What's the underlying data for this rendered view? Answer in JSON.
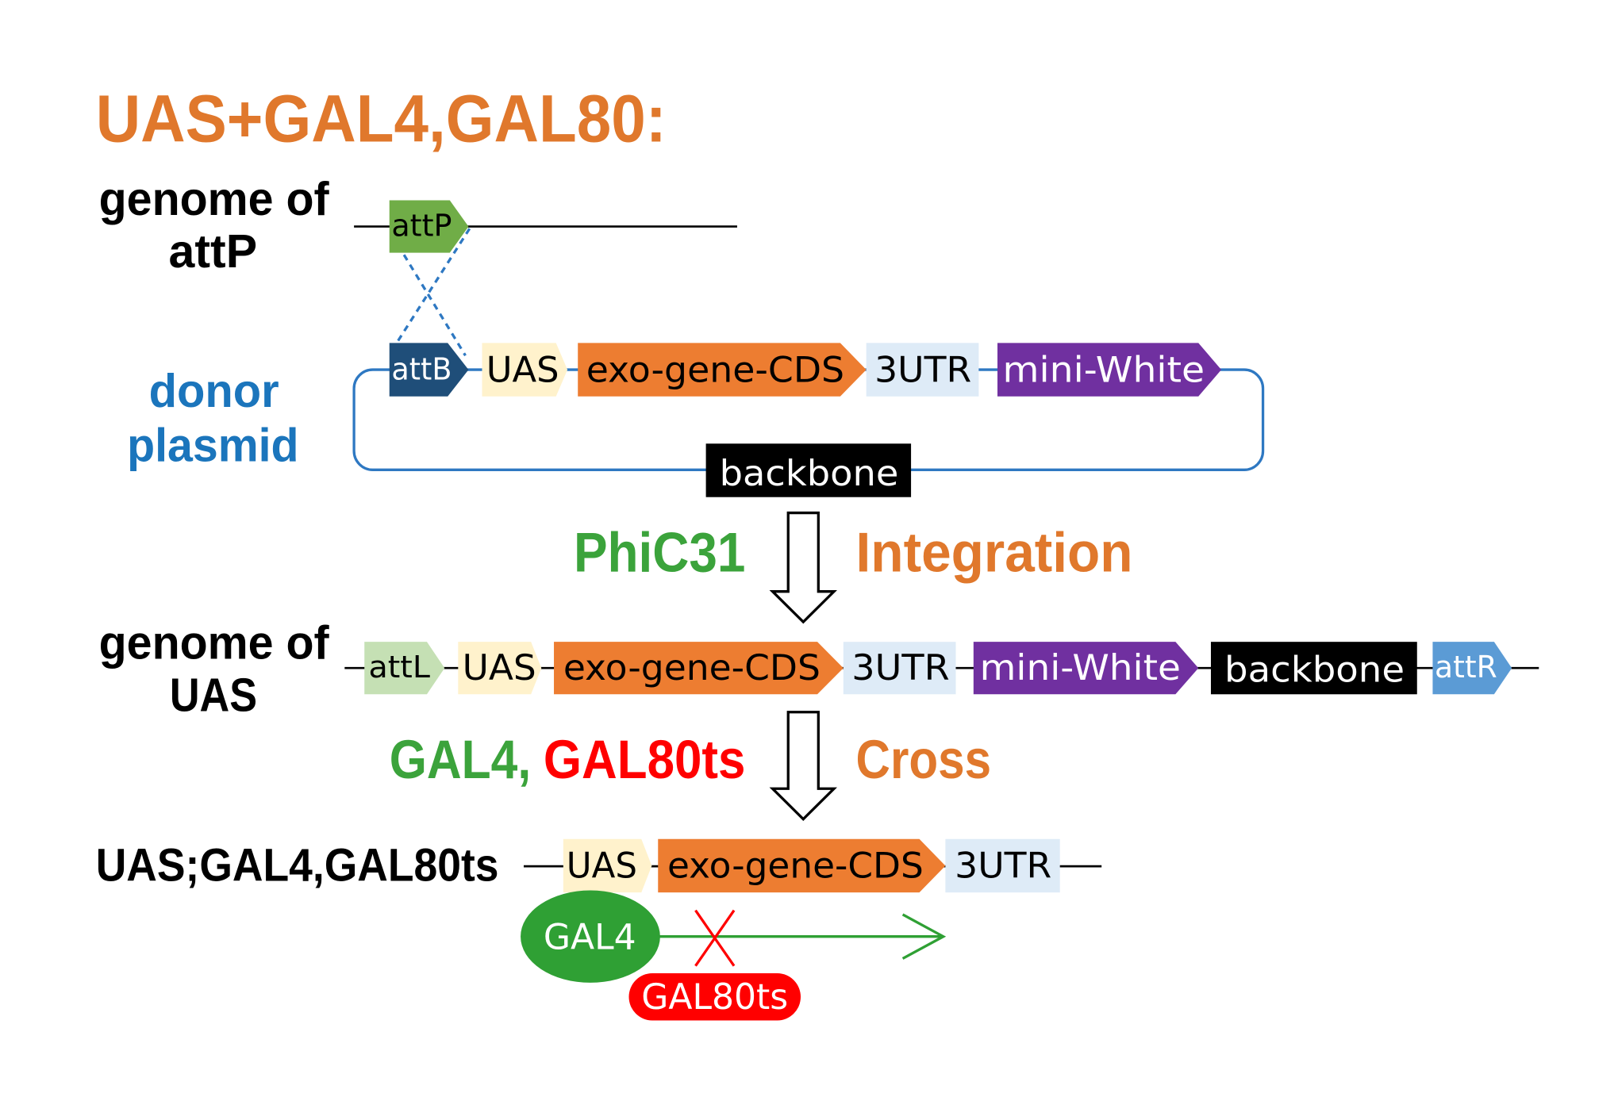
{
  "title": "UAS+GAL4,GAL80:",
  "attp_genome": {
    "label": [
      "genome of",
      "attP"
    ],
    "attP": "attP"
  },
  "donor_plasmid": {
    "label": [
      "donor",
      "plasmid"
    ],
    "attB": "attB",
    "UAS": "UAS",
    "CDS": "exo-gene-CDS",
    "UTR": "3UTR",
    "mini_White": "mini-White",
    "backbone": "backbone"
  },
  "integration_step": {
    "enzyme": "PhiC31",
    "action": "Integration"
  },
  "uas_genome": {
    "label": [
      "genome of",
      "UAS"
    ],
    "attL": "attL",
    "UAS": "UAS",
    "CDS": "exo-gene-CDS",
    "UTR": "3UTR",
    "mini_White": "mini-White",
    "backbone": "backbone",
    "attR": "attR"
  },
  "cross_step": {
    "driver": "GAL4,",
    "repressor": "GAL80ts",
    "action": "Cross"
  },
  "final_genotype": {
    "label": "UAS;GAL4,GAL80ts",
    "UAS": "UAS",
    "CDS": "exo-gene-CDS",
    "UTR": "3UTR",
    "activator": "GAL4",
    "repressor": "GAL80ts"
  },
  "colors": {
    "title_orange": "#E0782C",
    "label_green": "#3BA33B",
    "label_red": "#FF0000",
    "label_blue": "#1B75BC",
    "plasmid_line": "#2E78C2",
    "attP": "#70AD47",
    "attB": "#1F4E79",
    "attL": "#C5E0B4",
    "attR": "#5B9BD5",
    "UAS": "#FFF2CC",
    "CDS": "#ED7D31",
    "UTR": "#DEEBF7",
    "mini_White": "#7030A0",
    "backbone": "#000000",
    "GAL4": "#2FA034",
    "GAL80ts": "#FF0000"
  }
}
